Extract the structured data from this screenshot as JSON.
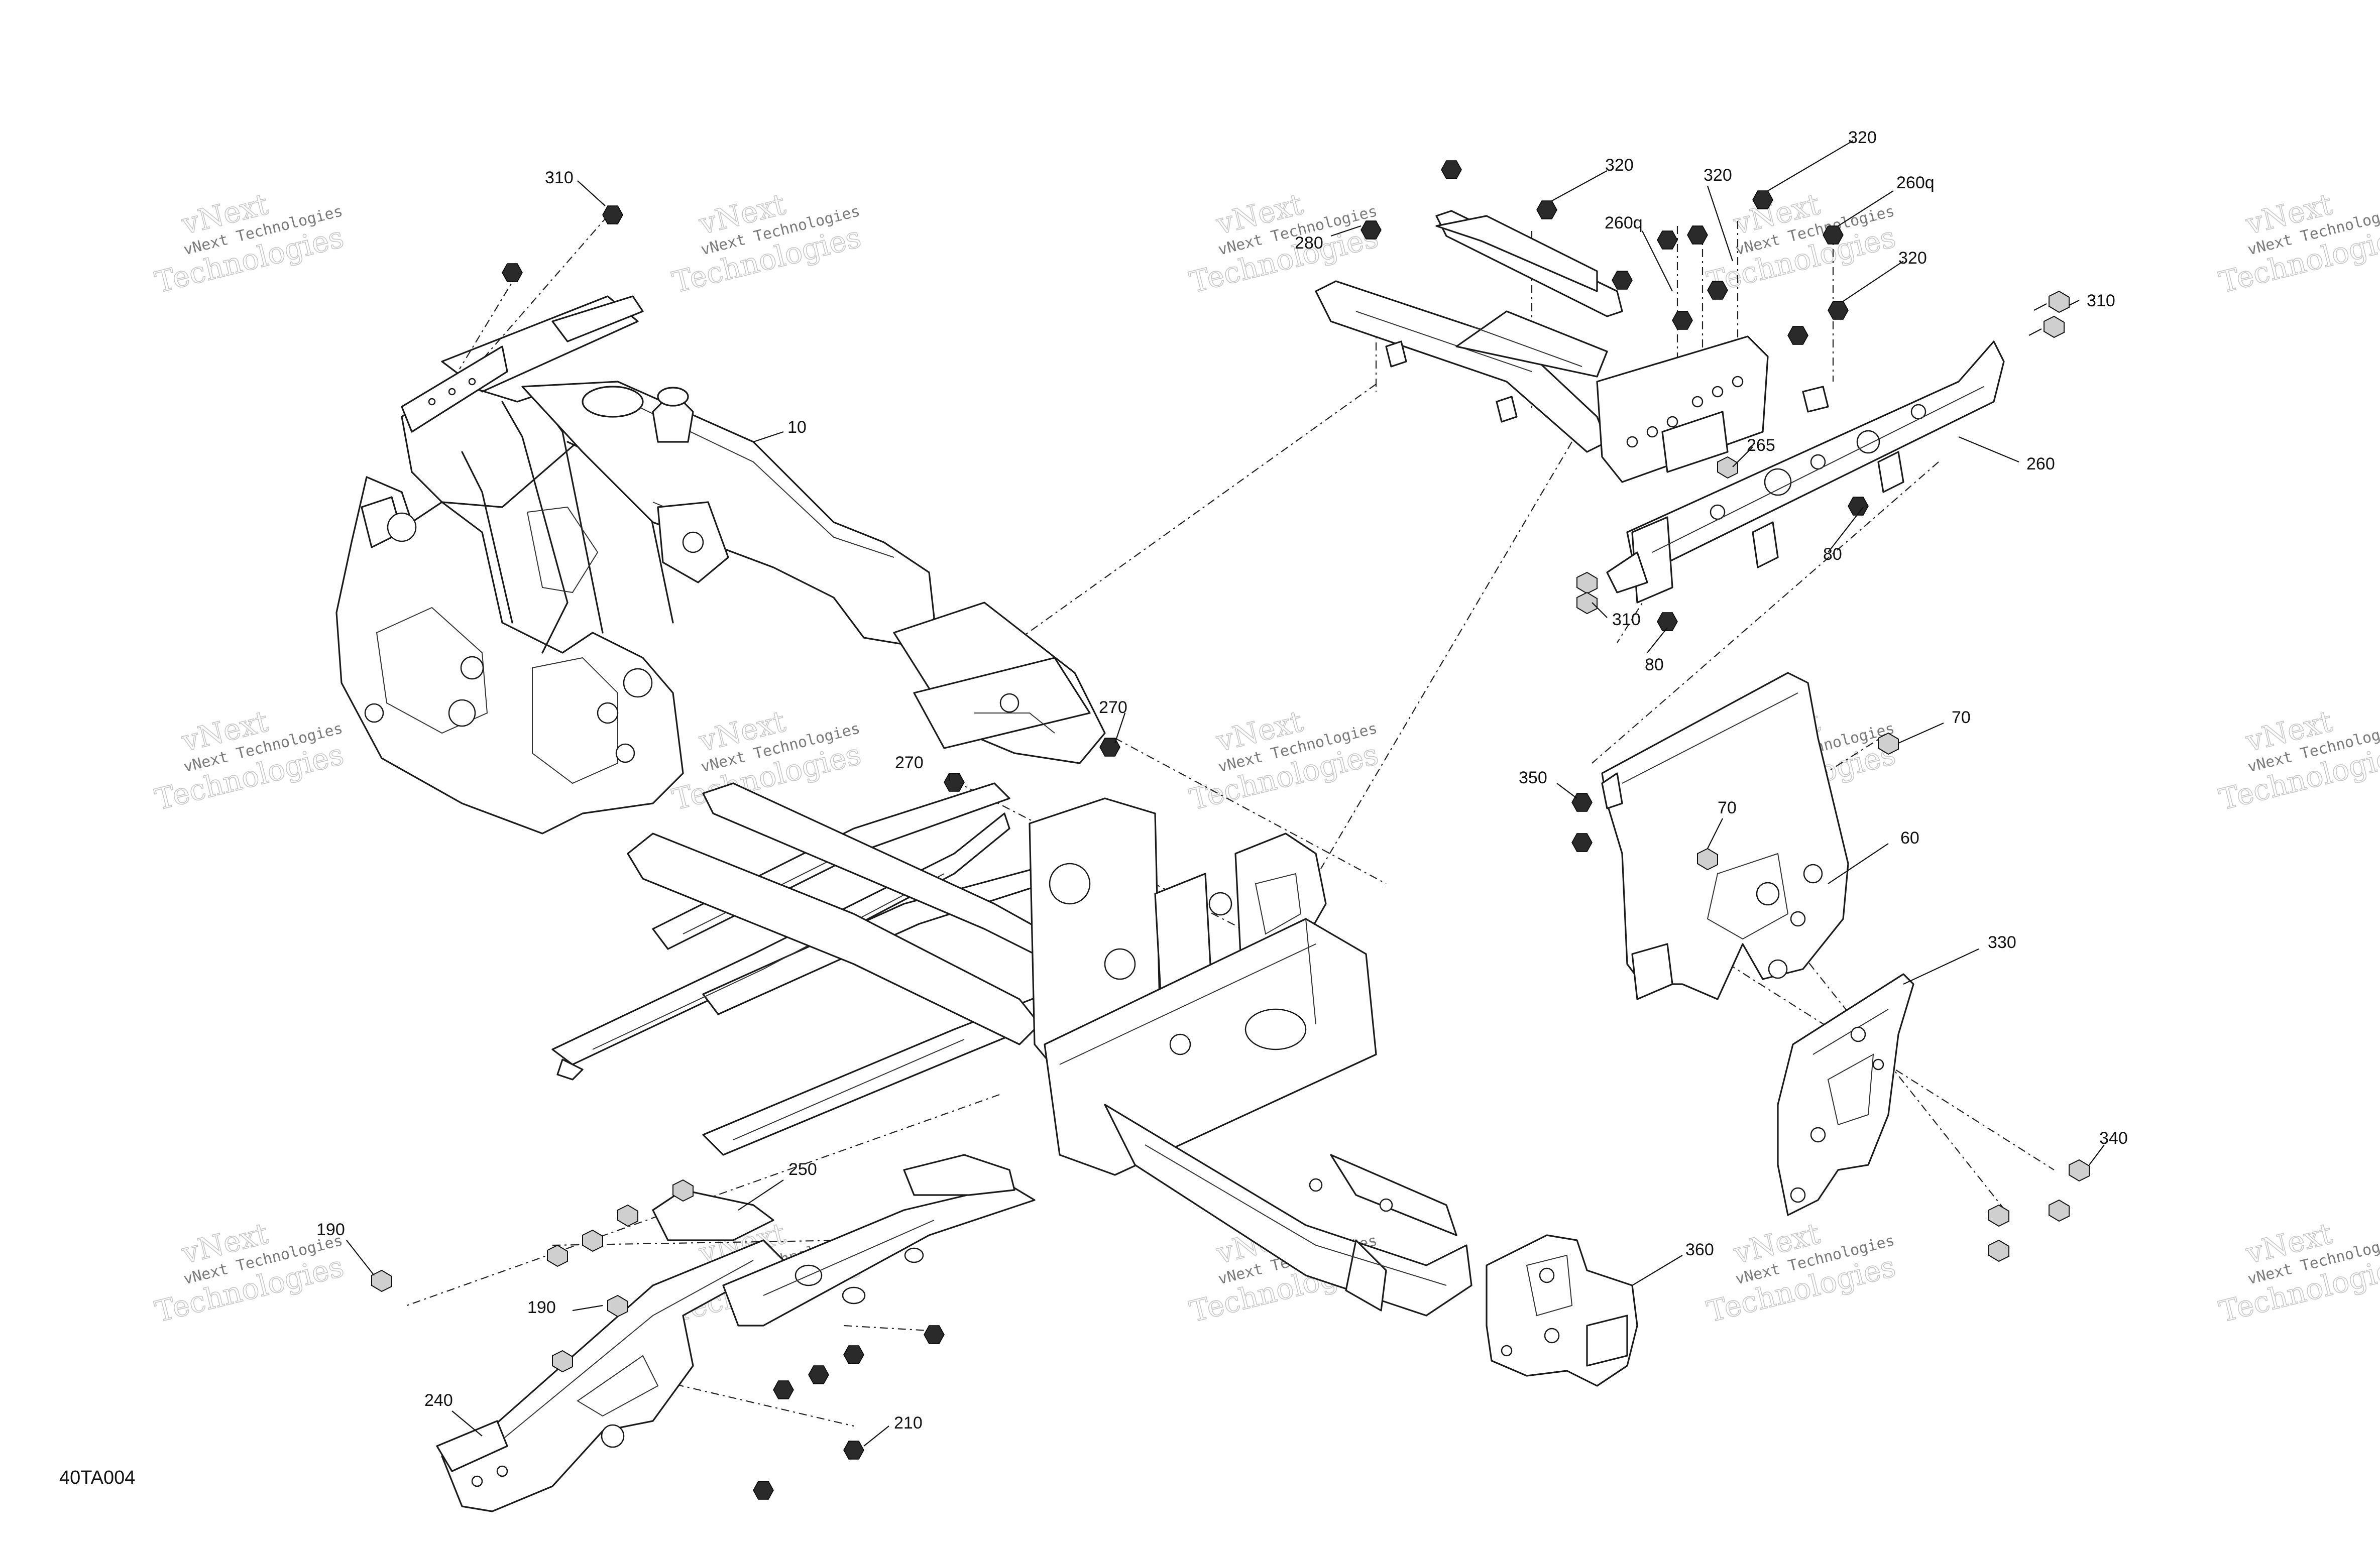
{
  "drawing_id": "40TA004",
  "watermark": {
    "line1": "vNext",
    "line2": "vNext Technologies",
    "line3": "Technologies"
  },
  "callouts": [
    {
      "id": "c310-top",
      "label": "310"
    },
    {
      "id": "c10",
      "label": "10"
    },
    {
      "id": "c280",
      "label": "280"
    },
    {
      "id": "c320-a",
      "label": "320"
    },
    {
      "id": "c320-b",
      "label": "320"
    },
    {
      "id": "c320-c",
      "label": "320"
    },
    {
      "id": "c320-d",
      "label": "320"
    },
    {
      "id": "c260q-a",
      "label": "260q"
    },
    {
      "id": "c260q-b",
      "label": "260q"
    },
    {
      "id": "c310-right",
      "label": "310"
    },
    {
      "id": "c265",
      "label": "265"
    },
    {
      "id": "c260",
      "label": "260"
    },
    {
      "id": "c80-a",
      "label": "80"
    },
    {
      "id": "c80-b",
      "label": "80"
    },
    {
      "id": "c310-mid",
      "label": "310"
    },
    {
      "id": "c270-a",
      "label": "270"
    },
    {
      "id": "c270-b",
      "label": "270"
    },
    {
      "id": "c70-a",
      "label": "70"
    },
    {
      "id": "c70-b",
      "label": "70"
    },
    {
      "id": "c350",
      "label": "350"
    },
    {
      "id": "c60",
      "label": "60"
    },
    {
      "id": "c330",
      "label": "330"
    },
    {
      "id": "c340",
      "label": "340"
    },
    {
      "id": "c250",
      "label": "250"
    },
    {
      "id": "c190-a",
      "label": "190"
    },
    {
      "id": "c190-b",
      "label": "190"
    },
    {
      "id": "c360",
      "label": "360"
    },
    {
      "id": "c210",
      "label": "210"
    },
    {
      "id": "c240",
      "label": "240"
    }
  ]
}
